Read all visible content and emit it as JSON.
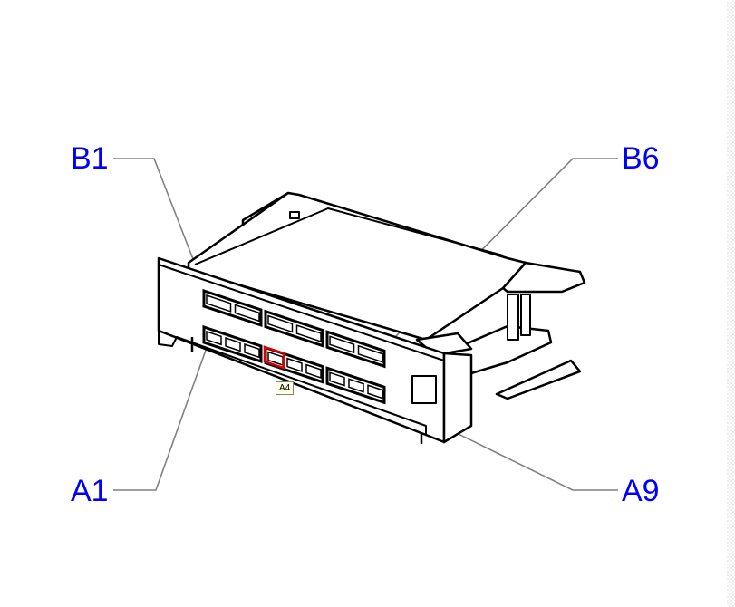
{
  "callouts": {
    "b1": "B1",
    "b6": "B6",
    "a1": "A1",
    "a9": "A9"
  },
  "tooltip": "A4",
  "colors": {
    "label": "#0000ff",
    "highlight": "#e00000",
    "leader": "#808080",
    "outline": "#000000"
  }
}
